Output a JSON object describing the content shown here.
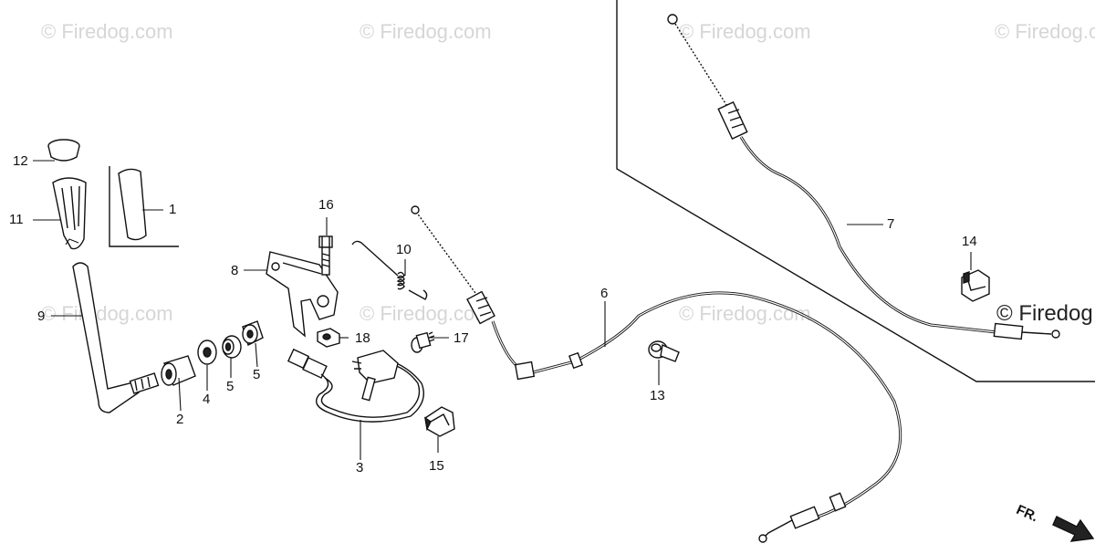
{
  "watermark": {
    "text": "© Firedog.com",
    "corner_text": "© Firedog"
  },
  "direction_marker": {
    "label": "FR."
  },
  "callouts": {
    "p1": "1",
    "p2": "2",
    "p3": "3",
    "p4": "4",
    "p5a": "5",
    "p5b": "5",
    "p6": "6",
    "p7": "7",
    "p8": "8",
    "p9": "9",
    "p10": "10",
    "p11": "11",
    "p12": "12",
    "p13": "13",
    "p14": "14",
    "p15": "15",
    "p16": "16",
    "p17": "17",
    "p18": "18"
  }
}
